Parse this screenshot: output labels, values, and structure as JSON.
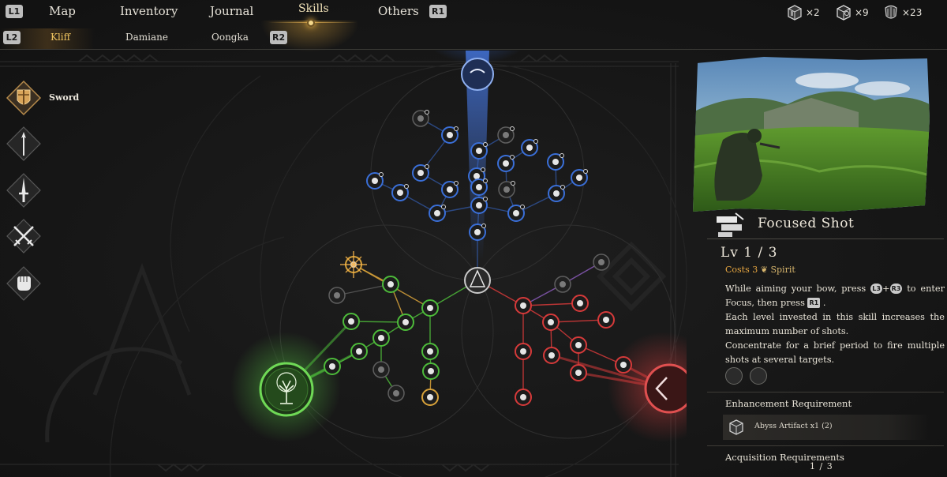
{
  "nav": {
    "left_trigger": "L1",
    "right_trigger": "R1",
    "tabs": [
      {
        "label": "Map"
      },
      {
        "label": "Inventory"
      },
      {
        "label": "Journal"
      },
      {
        "label": "Skills"
      },
      {
        "label": "Others"
      }
    ],
    "active_tab": "Skills"
  },
  "subnav": {
    "left_trigger": "L2",
    "right_trigger": "R2",
    "characters": [
      {
        "label": "Kliff"
      },
      {
        "label": "Damiane"
      },
      {
        "label": "Oongka"
      }
    ],
    "active_character": "Kliff"
  },
  "currencies": [
    {
      "icon": "abyss-artifact-icon",
      "value": "×2"
    },
    {
      "icon": "gear-cube-icon",
      "value": "×9"
    },
    {
      "icon": "skull-mask-icon",
      "value": "×23"
    }
  ],
  "weapons": [
    {
      "icon": "shield-sword-icon",
      "label": "Sword",
      "selected": true
    },
    {
      "icon": "spear-icon",
      "label": "",
      "selected": false
    },
    {
      "icon": "dagger-icon",
      "label": "",
      "selected": false
    },
    {
      "icon": "crossed-swords-icon",
      "label": "",
      "selected": false
    },
    {
      "icon": "fist-icon",
      "label": "",
      "selected": false
    }
  ],
  "branch_colors": {
    "blue": "#3a6fd8",
    "green": "#4dbb3a",
    "red": "#d63a3a",
    "gold": "#d8a23a",
    "purple": "#8a5ab8"
  },
  "skill_detail": {
    "name": "Focused Shot",
    "level": "Lv 1 / 3",
    "cost_label": "Costs 3",
    "cost_type": "Spirit",
    "desc_line1_a": "While aiming your bow, press",
    "key_l3": "L3",
    "key_r3": "R3",
    "desc_line1_b": "to enter Focus, then press",
    "key_r1": "R1",
    "desc_line1_c": ".",
    "desc_line2": "Each level invested in this skill increases the maximum number of shots.",
    "desc_line3": "Concentrate for a brief period to fire multiple shots at several targets.",
    "enhancement_title": "Enhancement Requirement",
    "enhancement_item": "Abyss Artifact",
    "enhancement_qty": "x1 (2)",
    "acquisition_title": "Acquisition Requirements",
    "acquisition_count": "1 / 3"
  }
}
